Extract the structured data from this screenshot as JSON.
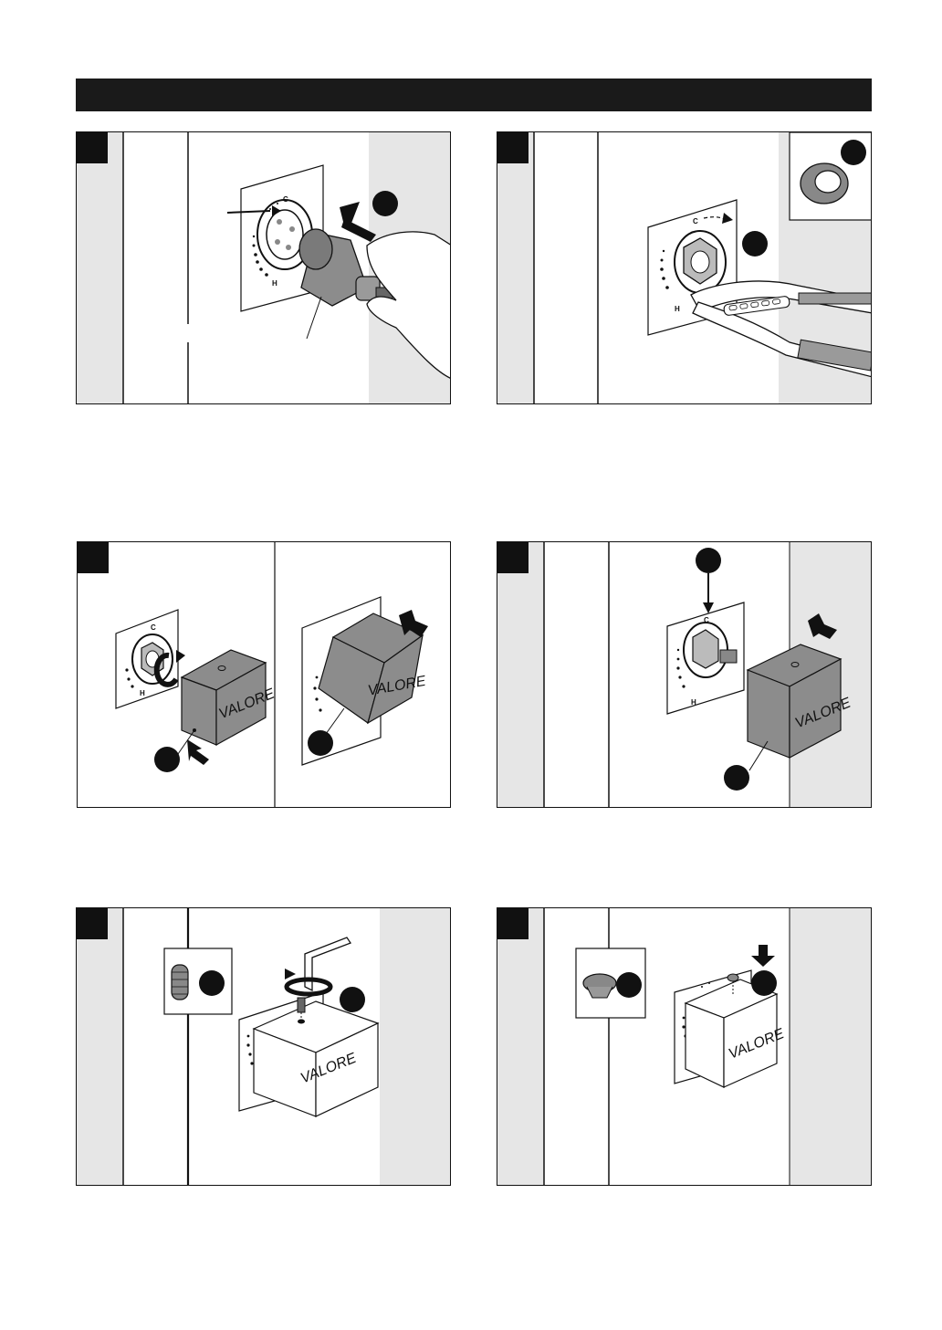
{
  "brand": {
    "logo_text": "VALORE"
  },
  "dial": {
    "cold_mark": "C",
    "hot_mark": "H"
  },
  "colors": {
    "header_bar": "#1a1a1a",
    "side_strip": "#e6e6e6",
    "part_gray": "#8c8c8c",
    "ink": "#111111"
  },
  "steps": [
    {
      "id": "step-1",
      "illustration": "insert-cartridge"
    },
    {
      "id": "step-2",
      "illustration": "tighten-nut-with-pliers"
    },
    {
      "id": "step-3",
      "illustration": "fit-and-remove-handle"
    },
    {
      "id": "step-4",
      "illustration": "align-handle-to-cold-mark"
    },
    {
      "id": "step-5",
      "illustration": "tighten-grub-screw-hex-key"
    },
    {
      "id": "step-6",
      "illustration": "press-in-cap"
    }
  ]
}
